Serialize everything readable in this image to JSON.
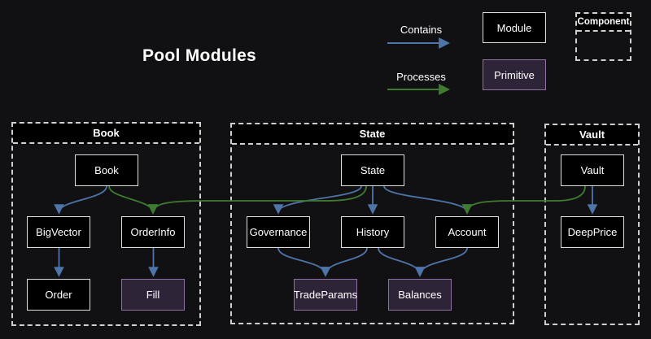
{
  "title": "Pool Modules",
  "legend": {
    "contains_label": "Contains",
    "processes_label": "Processes",
    "module_label": "Module",
    "primitive_label": "Primitive",
    "component_label": "Component"
  },
  "colors": {
    "background": "#111114",
    "text": "#ffffff",
    "module_fill": "#000000",
    "module_border": "#dedede",
    "primitive_fill": "#2e2438",
    "primitive_border": "#8f71a3",
    "contains_edge": "#4f74a8",
    "processes_edge": "#3f7b2f",
    "container_border": "#cfcfcf"
  },
  "diagram": {
    "type": "flowchart",
    "groups": [
      {
        "label": "Book",
        "nodes": [
          {
            "label": "Book",
            "kind": "module"
          },
          {
            "label": "BigVector",
            "kind": "module"
          },
          {
            "label": "OrderInfo",
            "kind": "module"
          },
          {
            "label": "Order",
            "kind": "module"
          },
          {
            "label": "Fill",
            "kind": "primitive"
          }
        ]
      },
      {
        "label": "State",
        "nodes": [
          {
            "label": "State",
            "kind": "module"
          },
          {
            "label": "Governance",
            "kind": "module"
          },
          {
            "label": "History",
            "kind": "module"
          },
          {
            "label": "Account",
            "kind": "module"
          },
          {
            "label": "TradeParams",
            "kind": "primitive"
          },
          {
            "label": "Balances",
            "kind": "primitive"
          }
        ]
      },
      {
        "label": "Vault",
        "nodes": [
          {
            "label": "Vault",
            "kind": "module"
          },
          {
            "label": "DeepPrice",
            "kind": "module"
          }
        ]
      }
    ],
    "edges": [
      {
        "from": "Book",
        "to": "BigVector",
        "relation": "contains"
      },
      {
        "from": "Book",
        "to": "OrderInfo",
        "relation": "processes"
      },
      {
        "from": "BigVector",
        "to": "Order",
        "relation": "contains"
      },
      {
        "from": "OrderInfo",
        "to": "Fill",
        "relation": "contains"
      },
      {
        "from": "State",
        "to": "Governance",
        "relation": "contains"
      },
      {
        "from": "State",
        "to": "History",
        "relation": "contains"
      },
      {
        "from": "State",
        "to": "Account",
        "relation": "contains"
      },
      {
        "from": "State",
        "to": "OrderInfo",
        "relation": "processes"
      },
      {
        "from": "Governance",
        "to": "TradeParams",
        "relation": "contains"
      },
      {
        "from": "History",
        "to": "TradeParams",
        "relation": "contains"
      },
      {
        "from": "History",
        "to": "Balances",
        "relation": "contains"
      },
      {
        "from": "Account",
        "to": "Balances",
        "relation": "contains"
      },
      {
        "from": "Vault",
        "to": "DeepPrice",
        "relation": "contains"
      },
      {
        "from": "Vault",
        "to": "Account",
        "relation": "processes"
      }
    ]
  }
}
